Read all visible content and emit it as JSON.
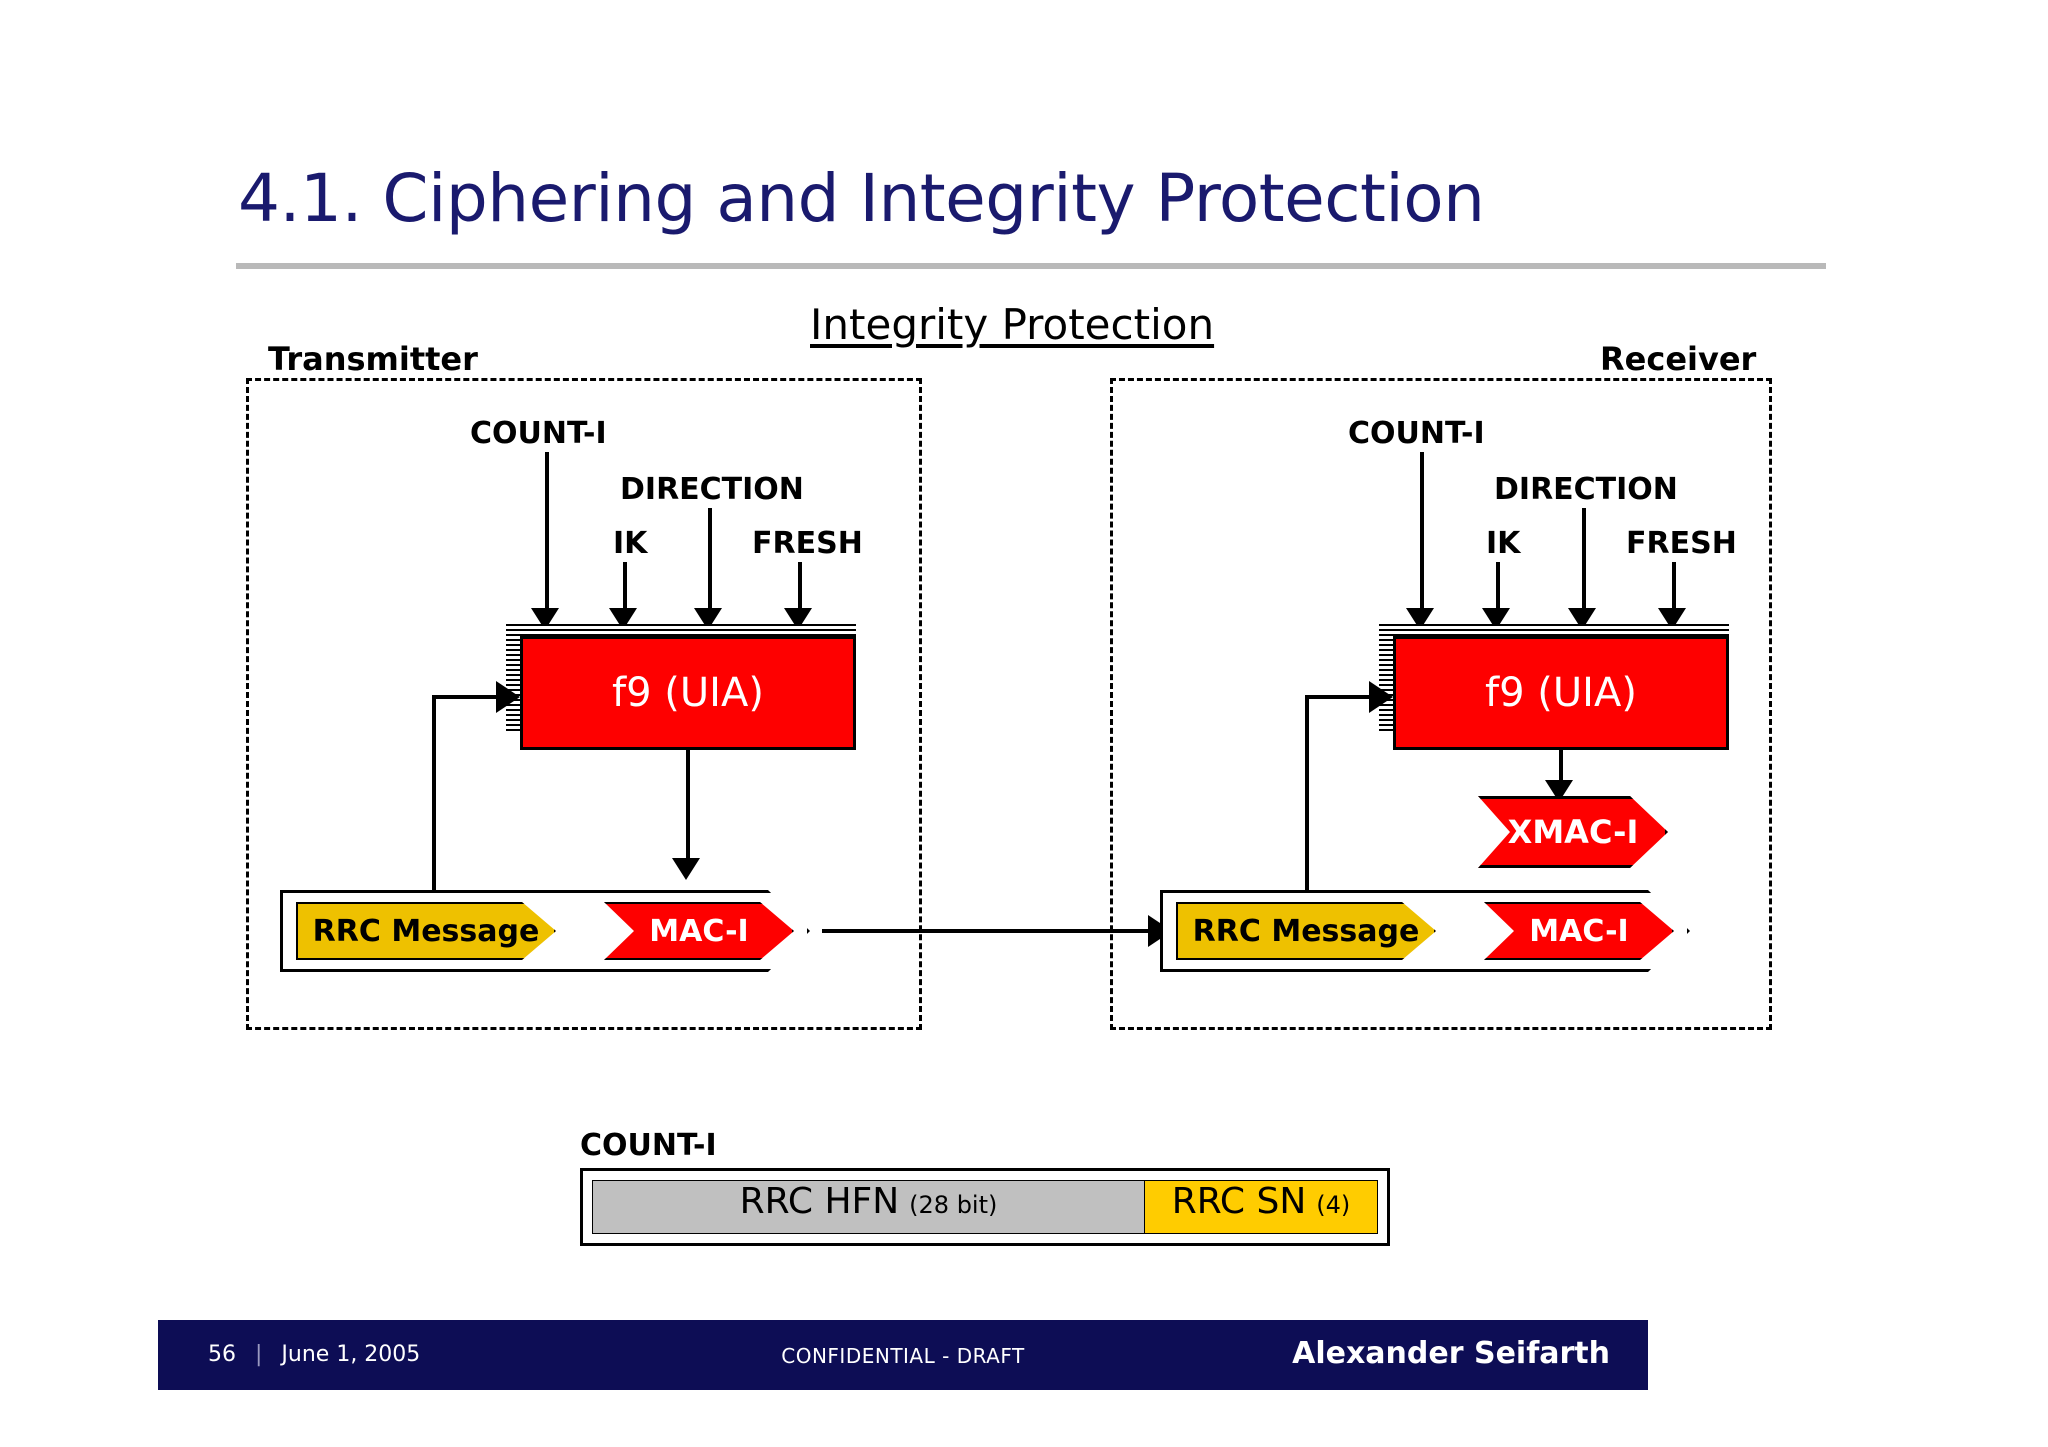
{
  "slide": {
    "title": "4.1. Ciphering and Integrity Protection",
    "section_heading": "Integrity Protection"
  },
  "captions": {
    "transmitter": "Transmitter",
    "receiver": "Receiver"
  },
  "params": {
    "count": "COUNT-I",
    "direction": "DIRECTION",
    "ik": "IK",
    "fresh": "FRESH"
  },
  "blocks": {
    "f9": "f9 (UIA)",
    "rrc_message": "RRC Message",
    "mac": "MAC-I",
    "xmac": "XMAC-I"
  },
  "countbar": {
    "label": "COUNT-I",
    "hfn_main": "RRC HFN",
    "hfn_sub": "(28 bit)",
    "sn_main": "RRC SN",
    "sn_sub": "(4)"
  },
  "footer": {
    "page": "56",
    "date": "June 1, 2005",
    "classification": "CONFIDENTIAL - DRAFT",
    "author": "Alexander Seifarth"
  },
  "colors": {
    "title_navy": "#1a1a6e",
    "footer_navy": "#0d0d55",
    "red": "#fe0000",
    "gold": "#eec100",
    "sn_gold": "#ffcc00",
    "grey": "#c0c0c0"
  }
}
